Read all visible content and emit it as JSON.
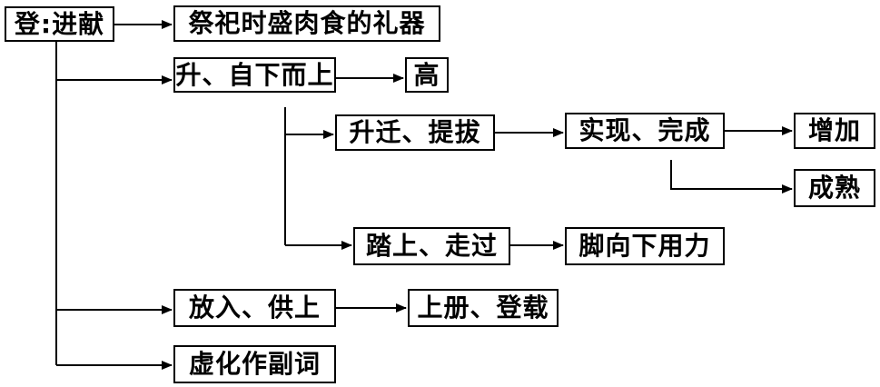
{
  "nodes": {
    "root": "登:进献",
    "ritual_vessel": "祭祀时盛肉食的礼器",
    "rise": "升、自下而上",
    "high": "高",
    "promote": "升迁、提拔",
    "realize": "实现、完成",
    "increase": "增加",
    "ripe": "成熟",
    "step_on": "踏上、走过",
    "foot_force": "脚向下用力",
    "put_in": "放入、供上",
    "record": "上册、登载",
    "function_word": "虚化作副词"
  },
  "colors": {
    "line": "#000000",
    "box_border": "#000000",
    "text": "#000000",
    "background": "#ffffff"
  }
}
